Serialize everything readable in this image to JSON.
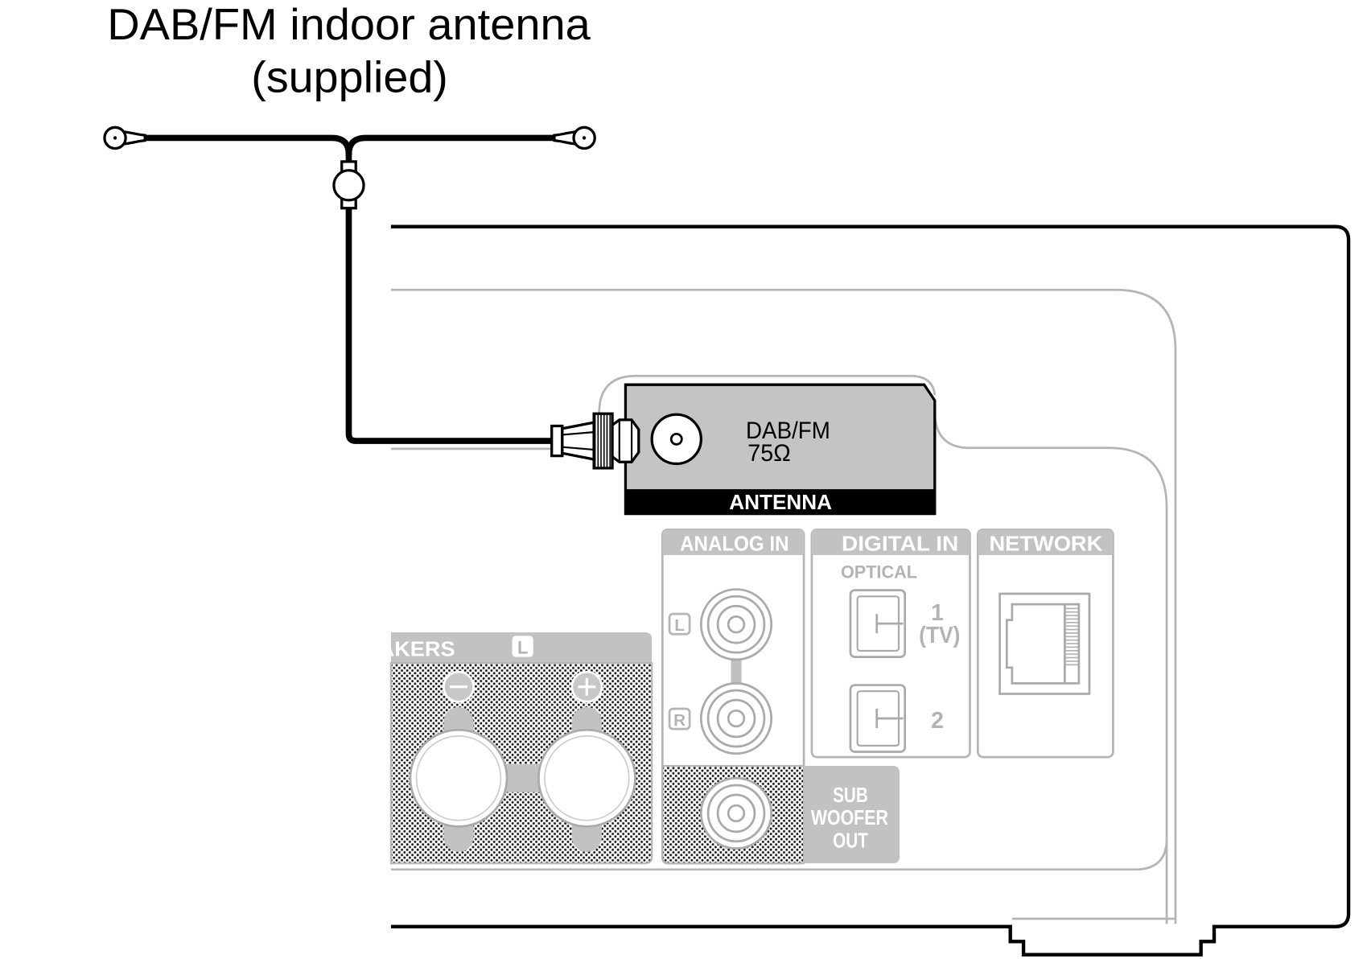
{
  "title": {
    "line1": "DAB/FM indoor antenna",
    "line2": "(supplied)"
  },
  "antenna_terminal": {
    "label": "DAB/FM",
    "impedance": "75Ω",
    "band_label": "ANTENNA"
  },
  "analog_in": {
    "header": "ANALOG IN",
    "left_label": "L",
    "right_label": "R"
  },
  "subwoofer_out": {
    "line1": "SUB",
    "line2": "WOOFER",
    "line3": "OUT"
  },
  "digital_in": {
    "header": "DIGITAL IN",
    "subheader": "OPTICAL",
    "port1_number": "1",
    "port1_name": "(TV)",
    "port2_number": "2"
  },
  "network": {
    "header": "NETWORK"
  },
  "speakers": {
    "header": "AKERS",
    "channel_label": "L",
    "negative_icon": "minus-circle-icon",
    "positive_icon": "plus-circle-icon"
  },
  "colors": {
    "panel_gray": "#c2c2c2",
    "antenna_panel_fill": "#c4c4c4",
    "outline_gray": "#b5b5b5",
    "label_text": "#ffffff",
    "cable": "#000000"
  }
}
